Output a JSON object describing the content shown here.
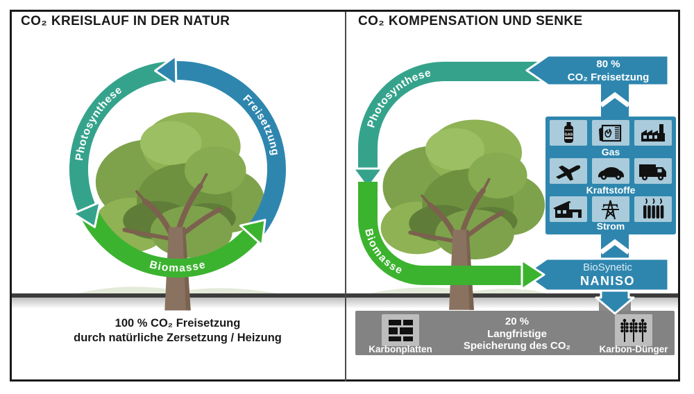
{
  "colors": {
    "teal": "#35A38C",
    "blue": "#2E86AE",
    "green": "#3CB32F",
    "tile_blue": "#A9CBDB",
    "bar_gray": "#838383",
    "tile_gray": "#BDBDBD",
    "ink": "#1A1A1A",
    "ground": "#3C3C3C",
    "icon_black": "#111111",
    "hill": "#E4EAD9",
    "white": "#FFFFFF",
    "brand_light": "#DCEBF4"
  },
  "left_panel": {
    "title": "CO₂ KREISLAUF IN DER NATUR",
    "arc_labels": {
      "photosynthese": "Photosynthese",
      "freisetzung": "Freisetzung",
      "biomasse": "Biomasse"
    },
    "caption": {
      "line1": "100 % CO₂ Freisetzung",
      "line2": "durch natürliche Zersetzung / Heizung"
    }
  },
  "right_panel": {
    "title": "CO₂ KOMPENSATION UND SENKE",
    "arc_labels": {
      "photosynthese": "Photosynthese",
      "biomasse": "Biomasse"
    },
    "emission_box": {
      "percent": "80 %",
      "label": "CO₂ Freisetzung"
    },
    "energy_grid": {
      "gas_bottle_text": "GAS",
      "rows": [
        {
          "label": "Gas",
          "icons": [
            "gas-bottle-icon",
            "gas-heater-icon",
            "factory-icon"
          ]
        },
        {
          "label": "Kraftstoffe",
          "icons": [
            "airplane-icon",
            "car-icon",
            "truck-icon"
          ]
        },
        {
          "label": "Strom",
          "icons": [
            "building-icon",
            "power-pylon-icon",
            "radiator-icon"
          ]
        }
      ]
    },
    "product_box": {
      "brand": "BioSynetic",
      "name": "NANISO"
    },
    "storage_bar": {
      "percent": "20 %",
      "line2": "Langfristige",
      "line3": "Speicherung des CO₂",
      "left_item": "Karbonplatten",
      "right_item": "Karbon-Dünger",
      "left_icon": "carbon-plates-icon",
      "right_icon": "carbon-fertilizer-icon"
    }
  }
}
